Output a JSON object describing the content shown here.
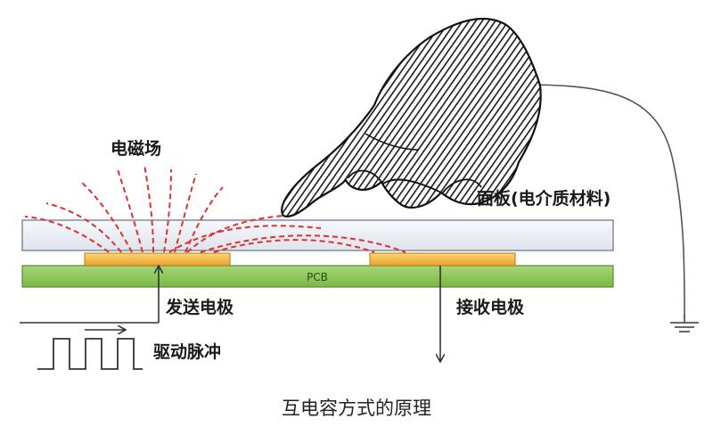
{
  "labels": {
    "em_field": "电磁场",
    "panel": "面板(电介质材料)",
    "pcb": "PCB",
    "tx_electrode": "发送电极",
    "rx_electrode": "接收电极",
    "drive_pulse": "驱动脉冲"
  },
  "caption": "互电容方式的原理",
  "colors": {
    "field_lines": "#e03030",
    "panel_fill": "#eef1f6",
    "pcb_fill": "#8bc756",
    "electrode_fill": "#f2b03c",
    "line": "#333333"
  },
  "icons": [
    "pointing-hand-icon",
    "ground-symbol-icon",
    "square-wave-icon"
  ]
}
